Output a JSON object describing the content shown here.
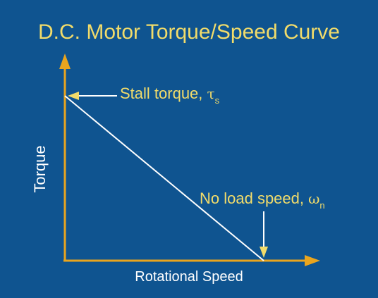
{
  "diagram": {
    "title": "D.C. Motor Torque/Speed Curve",
    "ylabel": "Torque",
    "xlabel": "Rotational Speed",
    "annotations": {
      "stall": {
        "text": "Stall torque, ",
        "symbol": "τ",
        "subscript": "s"
      },
      "no_load": {
        "text": "No load speed, ",
        "symbol": "ω",
        "subscript": "n"
      }
    }
  },
  "colors": {
    "background": "#0f5490",
    "axis": "#e9a51e",
    "title": "#f2dc6a",
    "curve": "#ffffff",
    "annotation": "#f2dc6a",
    "pointer": "#ffffff"
  }
}
